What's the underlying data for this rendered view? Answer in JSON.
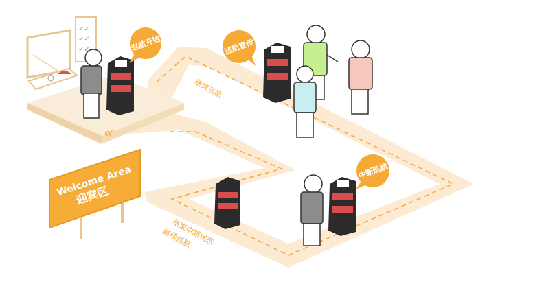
{
  "colors": {
    "path_fill": "#fcebd2",
    "dash": "#f3a93c",
    "bubble": "#f5a937",
    "sign": "#f8ac38",
    "desk": "#f6e3c6",
    "robot": "#2b2b2b",
    "staff_shirt": "#8c8c8c",
    "green_shirt": "#c6ef8f",
    "pink_shirt": "#f7c6bc",
    "blue_shirt": "#c8eef2"
  },
  "bubbles": {
    "start": "巡航开始",
    "promo": "巡航宣传",
    "interrupt": "中断巡航"
  },
  "path_labels": {
    "top": "继续巡航",
    "bottom_line1": "结束中断状态",
    "bottom_line2": "继续巡航"
  },
  "sign": {
    "line1": "Welcome Area",
    "line2": "迎宾区"
  },
  "icons": {
    "chevron": "double-chevron-left-icon"
  }
}
